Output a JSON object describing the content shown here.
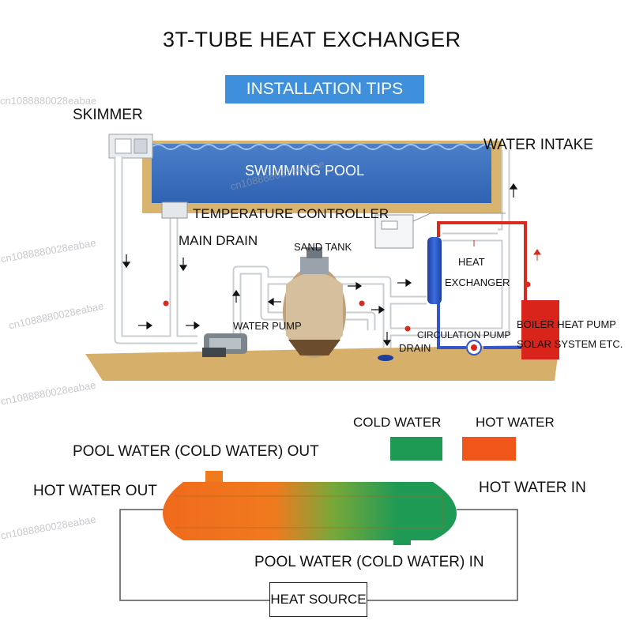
{
  "title": "3T-TUBE HEAT EXCHANGER",
  "banner": "INSTALLATION TIPS",
  "labels": {
    "skimmer": "SKIMMER",
    "water_intake": "WATER INTAKE",
    "swimming_pool": "SWIMMING POOL",
    "temperature_controller": "TEMPERATURE CONTROLLER",
    "main_drain": "MAIN DRAIN",
    "sand_tank": "SAND TANK",
    "heat": "HEAT",
    "exchanger": "EXCHANGER",
    "water_pump": "WATER PUMP",
    "circulation_pump": "CIRCULATION PUMP",
    "drain": "DRAIN",
    "boiler_heat_pump": "BOILER HEAT PUMP",
    "solar_system": "SOLAR SYSTEM ETC."
  },
  "legend": {
    "cold_water": "COLD WATER",
    "hot_water": "HOT WATER",
    "cold_color": "#1f9a55",
    "hot_color": "#f0561a"
  },
  "exchanger_diagram": {
    "pool_water_out": "POOL WATER (COLD WATER) OUT",
    "hot_water_out": "HOT WATER OUT",
    "hot_water_in": "HOT WATER IN",
    "pool_water_in": "POOL WATER (COLD WATER) IN",
    "heat_source": "HEAT SOURCE"
  },
  "watermark": "cn1088880028eabae"
}
